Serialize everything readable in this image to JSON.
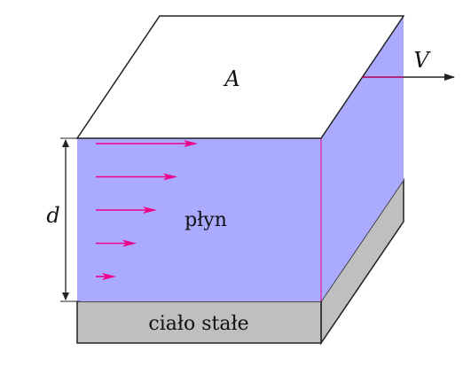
{
  "labels": {
    "area": "A",
    "velocity": "V",
    "thickness": "d",
    "fluid": "płyn",
    "solid": "ciało stałe"
  },
  "colors": {
    "fluid_fill": "#aaaaff",
    "solid_fill": "#bfbfbf",
    "plate_fill": "#ffffff",
    "velocity_arrows": "#ee0088",
    "outline": "#222222"
  },
  "velocity_profile": {
    "relative_speeds": [
      1.0,
      0.8,
      0.6,
      0.4,
      0.2
    ]
  }
}
